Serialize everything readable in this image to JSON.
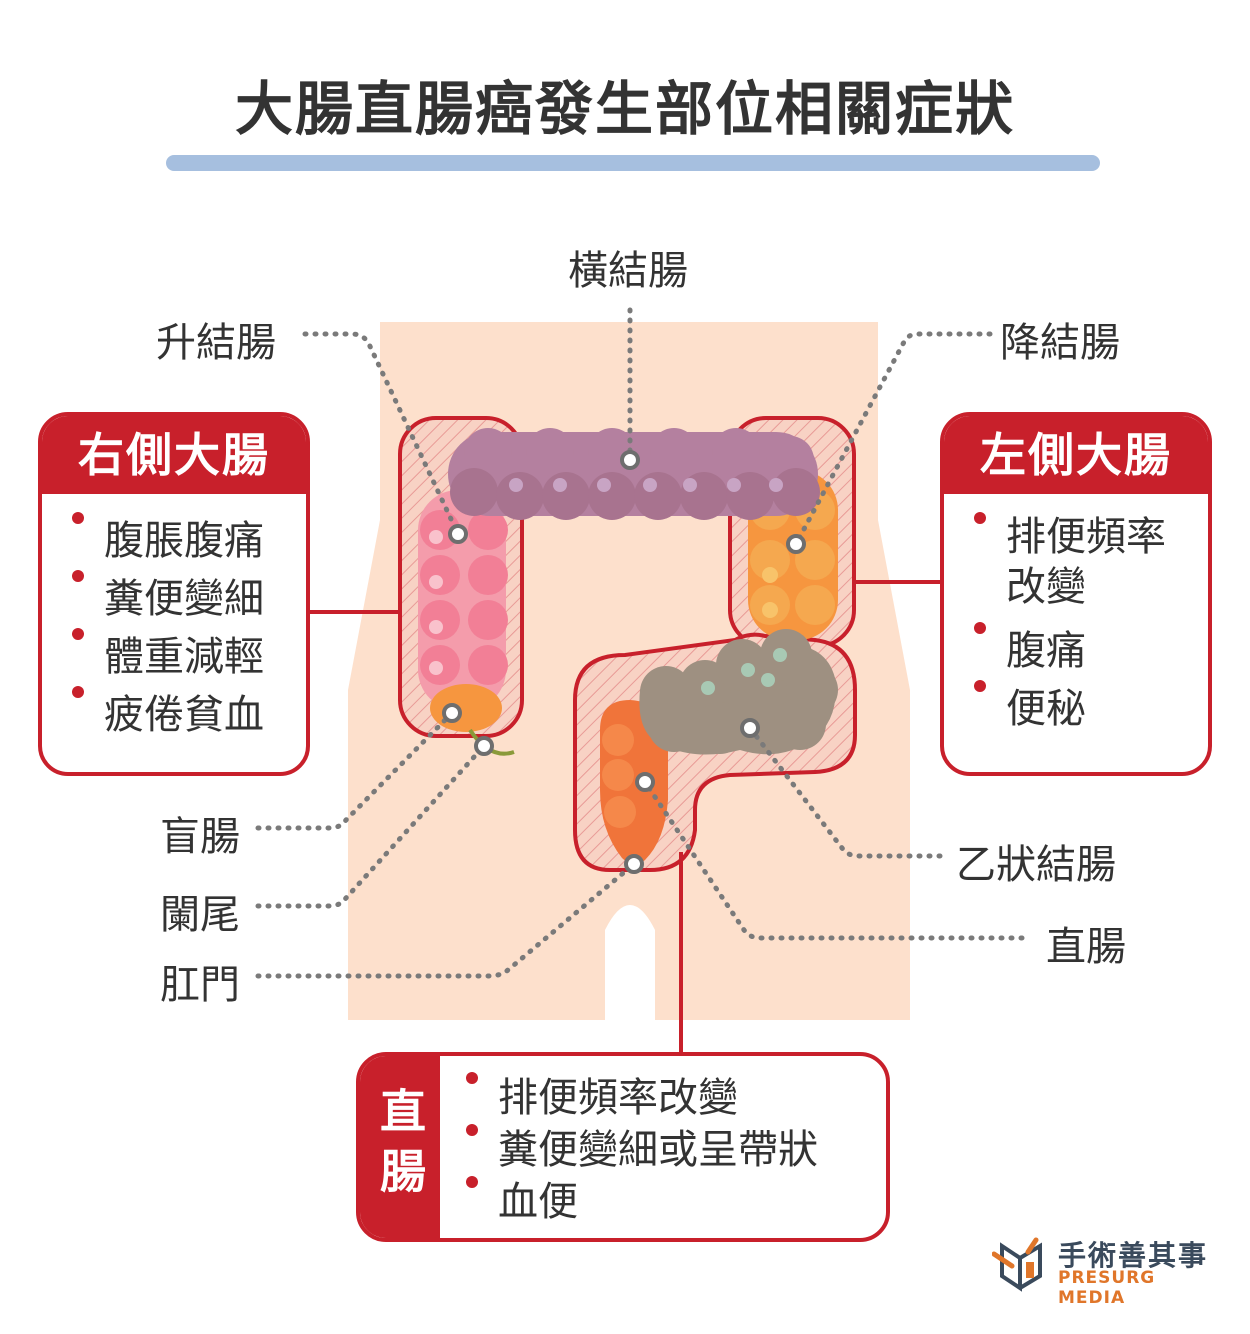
{
  "title": "大腸直腸癌發生部位相關症狀",
  "labels": {
    "transverse": "橫結腸",
    "ascending": "升結腸",
    "descending": "降結腸",
    "cecum": "盲腸",
    "appendix": "闌尾",
    "anus": "肛門",
    "sigmoid": "乙狀結腸",
    "rectum": "直腸"
  },
  "right_box": {
    "title": "右側大腸",
    "items": [
      "腹脹腹痛",
      "糞便變細",
      "體重減輕",
      "疲倦貧血"
    ]
  },
  "left_box": {
    "title": "左側大腸",
    "items": [
      "排便頻率改變",
      "腹痛",
      "便秘"
    ]
  },
  "rectum_box": {
    "title": "直腸",
    "items": [
      "排便頻率改變",
      "糞便變細或呈帶狀",
      "血便"
    ]
  },
  "logo": {
    "zh": "手術善其事",
    "en": "PRESURG MEDIA"
  },
  "colors": {
    "accent": "#c8202b",
    "skin": "#fde0cc",
    "transverse": "#b4809f",
    "ascending": "#f49cab",
    "descending": "#f6963f",
    "sigmoid": "#9e9081",
    "rectum": "#f0743a",
    "underline": "#a6bfdf"
  }
}
